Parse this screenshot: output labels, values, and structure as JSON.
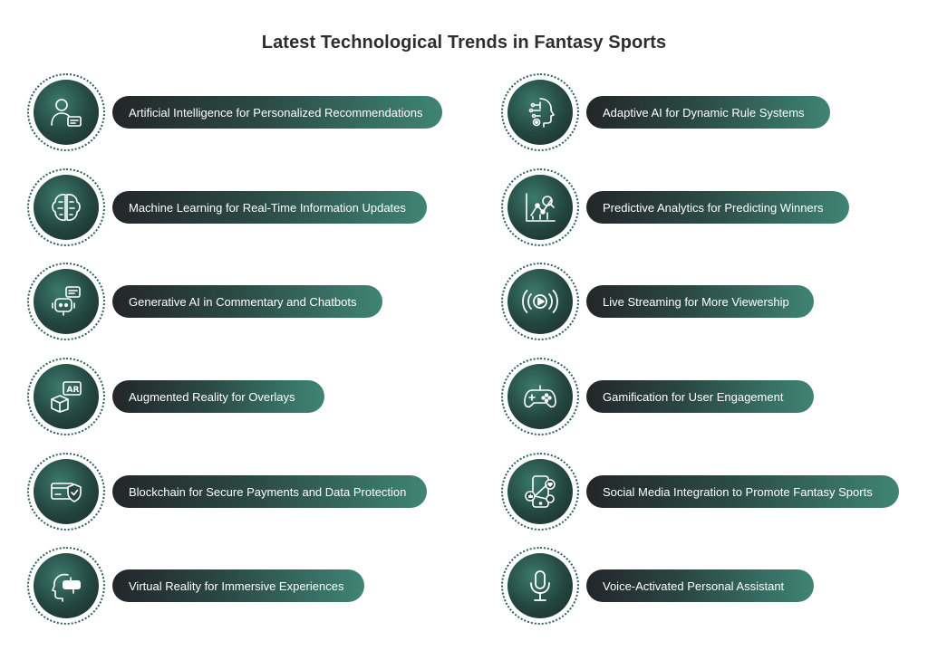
{
  "title": "Latest Technological Trends in Fantasy Sports",
  "colors": {
    "accent_dark": "#232628",
    "accent_teal": "#3f8476",
    "ring": "#2f5f55"
  },
  "left_items": [
    {
      "label": "Artificial Intelligence for Personalized Recommendations",
      "icon": "person-with-card-icon"
    },
    {
      "label": "Machine Learning for Real-Time Information Updates",
      "icon": "brain-circuit-icon"
    },
    {
      "label": "Generative AI in Commentary and Chatbots",
      "icon": "chatbot-icon"
    },
    {
      "label": "Augmented Reality for Overlays",
      "icon": "ar-cube-icon"
    },
    {
      "label": "Blockchain for Secure Payments and Data Protection",
      "icon": "secure-card-icon"
    },
    {
      "label": "Virtual Reality for Immersive Experiences",
      "icon": "vr-headset-icon"
    }
  ],
  "right_items": [
    {
      "label": "Adaptive AI for Dynamic Rule Systems",
      "icon": "ai-head-gear-icon"
    },
    {
      "label": "Predictive Analytics for Predicting Winners",
      "icon": "analytics-chart-icon"
    },
    {
      "label": "Live Streaming for More Viewership",
      "icon": "live-stream-icon"
    },
    {
      "label": "Gamification for User Engagement",
      "icon": "gamepad-icon"
    },
    {
      "label": "Social Media Integration to Promote Fantasy Sports",
      "icon": "social-phone-icon"
    },
    {
      "label": "Voice-Activated Personal Assistant",
      "icon": "microphone-icon"
    }
  ]
}
